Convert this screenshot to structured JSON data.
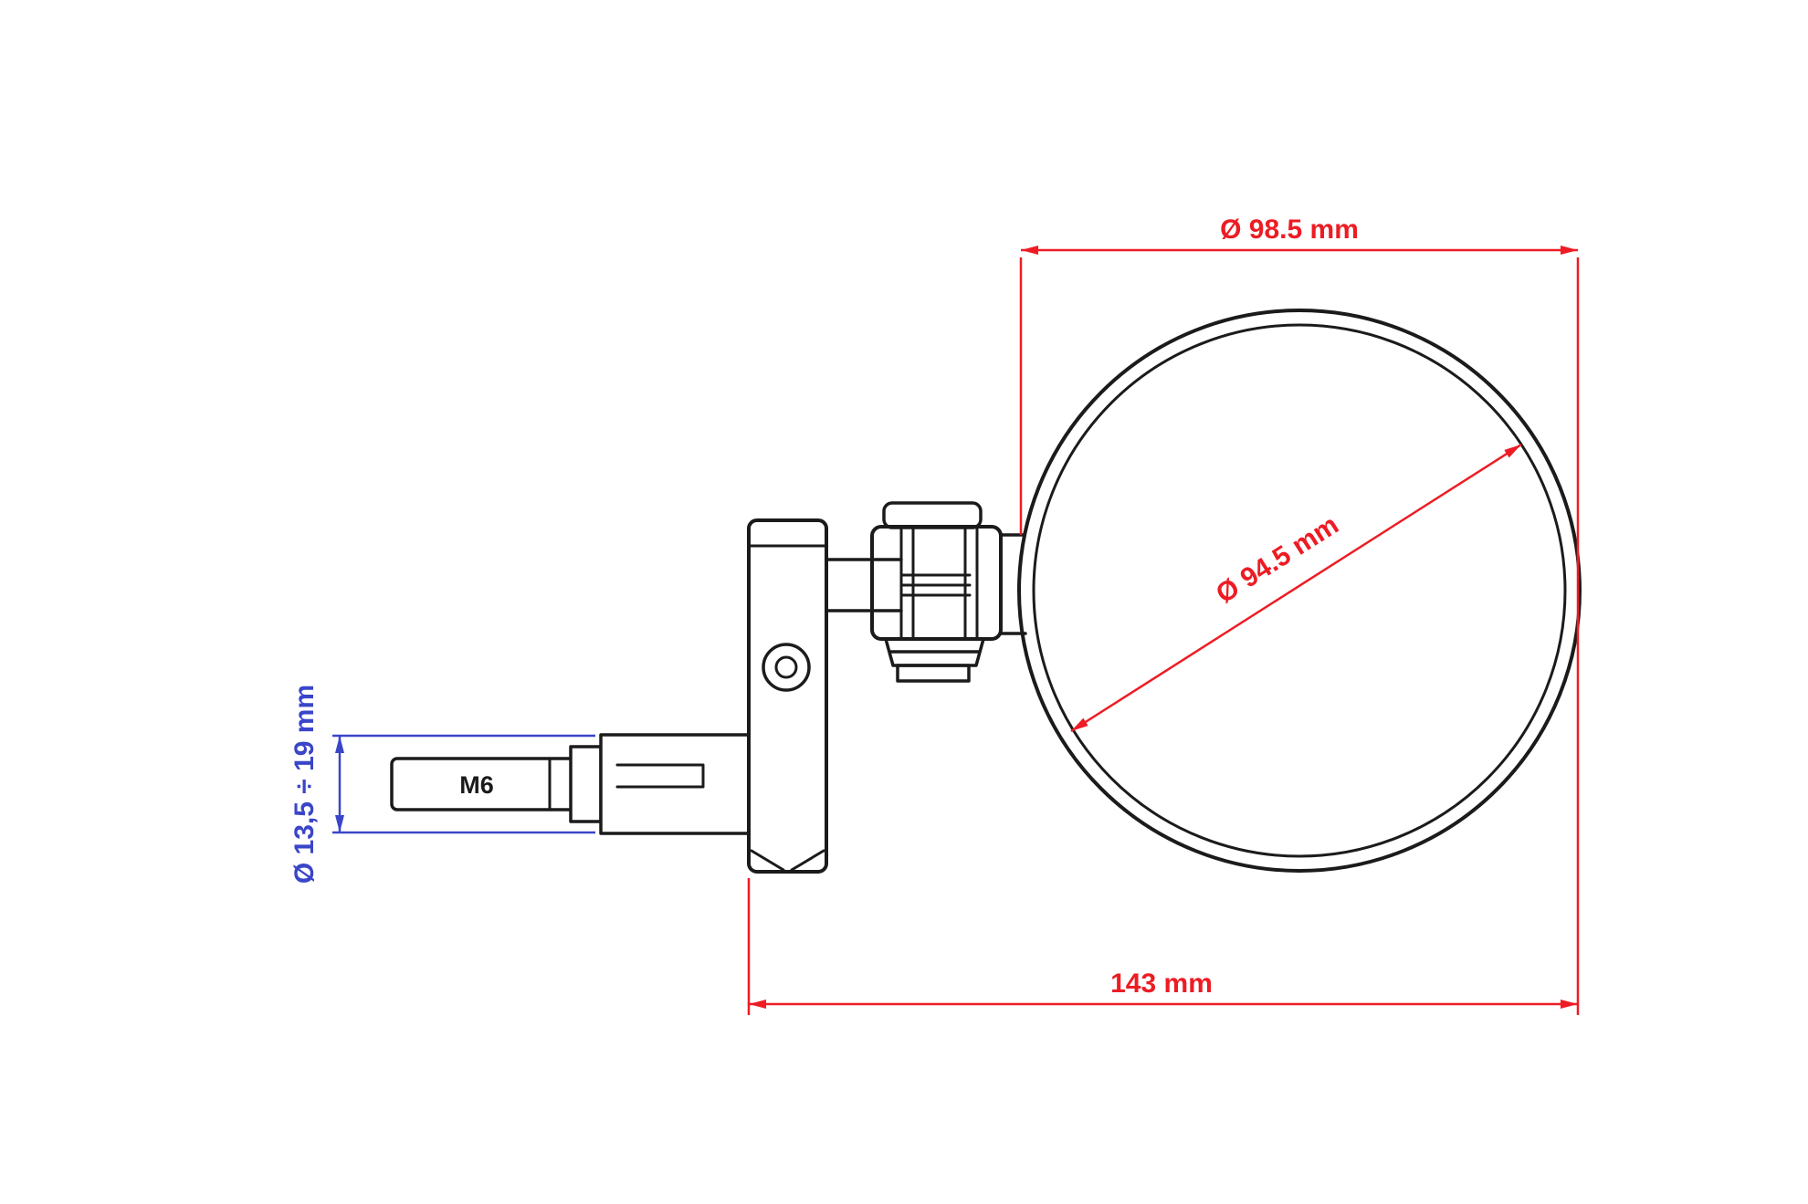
{
  "drawing": {
    "part_labels": {
      "thread": "M6"
    },
    "dimensions": {
      "mirror_outer": "Ø 98.5 mm",
      "mirror_glass": "Ø 94.5 mm",
      "overall_length": "143 mm",
      "mount_range": "Ø 13,5 ÷ 19 mm"
    },
    "colors": {
      "dimension_red": "#ed1c24",
      "dimension_blue": "#3a46c8",
      "line_black": "#1b1b1b",
      "background": "#ffffff"
    }
  }
}
